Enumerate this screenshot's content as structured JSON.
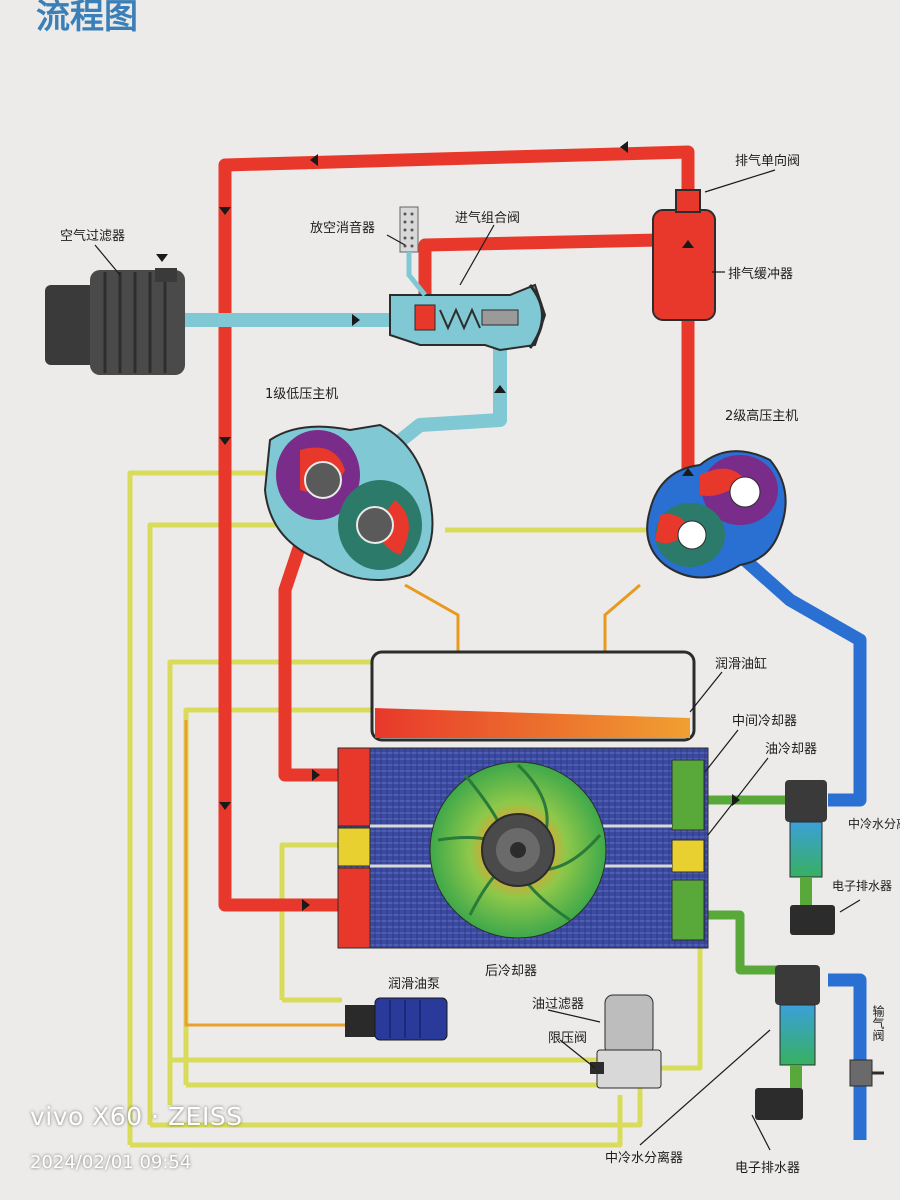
{
  "title": "流程图",
  "colors": {
    "hot_air": "#e8382b",
    "intake_air": "#7fc8d4",
    "cooled_air": "#2a6fd2",
    "oil": "#d8dc5a",
    "oil_hot": "#e8902a",
    "water_out": "#58a83a",
    "cooler_core": "#3b4a9e",
    "background": "#ecebe9"
  },
  "labels": {
    "air_filter": "空气过滤器",
    "vent_silencer": "放空消音器",
    "intake_valve": "进气组合阀",
    "discharge_check_valve": "排气单向阀",
    "discharge_buffer": "排气缓冲器",
    "stage1": "1级低压主机",
    "stage2": "2级高压主机",
    "oil_tank": "润滑油缸",
    "intercooler": "中间冷却器",
    "oil_cooler": "油冷却器",
    "separator_mid": "中冷水分离器",
    "drain_mid": "电子排水器",
    "aftercooler": "后冷却器",
    "oil_pump": "润滑油泵",
    "oil_filter": "油过滤器",
    "pressure_limit_valve": "限压阀",
    "outlet_valve": "输气阀",
    "separator_bottom": "中冷水分离器",
    "drain_bottom": "电子排水器"
  },
  "overlay": {
    "brand": "vivo X60 · ZEISS",
    "timestamp": "2024/02/01 09:54"
  }
}
